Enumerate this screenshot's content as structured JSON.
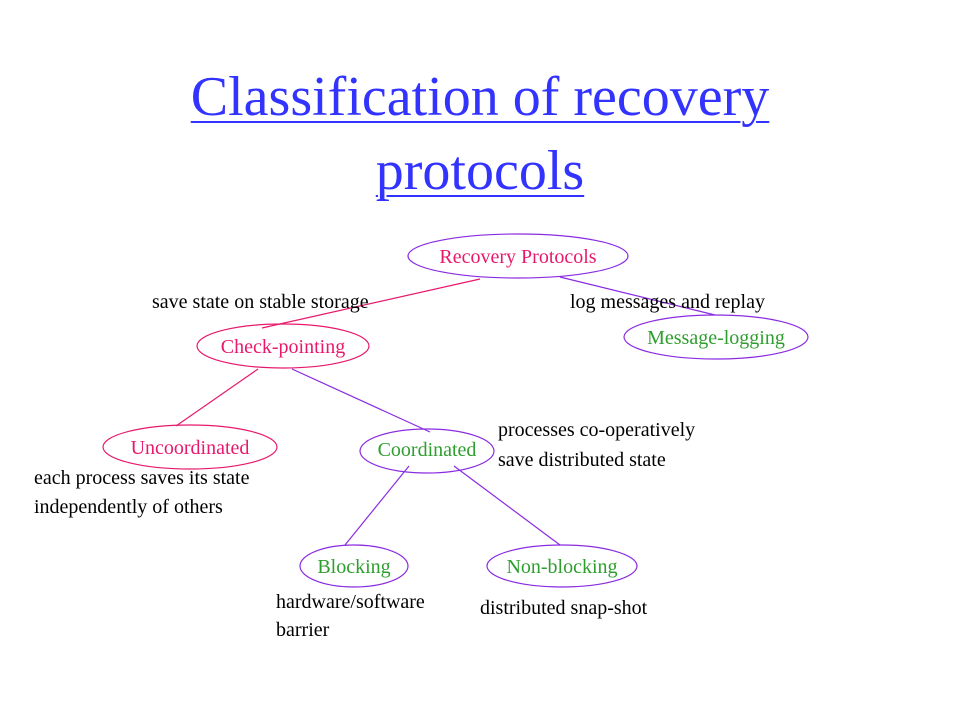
{
  "title": "Classification of recovery protocols",
  "colors": {
    "title": "#3333ff",
    "pink": "#e8196c",
    "green": "#2e9e2e",
    "purple": "#8a2be2"
  },
  "nodes": {
    "root": {
      "label": "Recovery Protocols",
      "color": "pink"
    },
    "checkpointing": {
      "label": "Check-pointing",
      "color": "pink"
    },
    "message_logging": {
      "label": "Message-logging",
      "color": "green"
    },
    "uncoordinated": {
      "label": "Uncoordinated",
      "color": "pink"
    },
    "coordinated": {
      "label": "Coordinated",
      "color": "green"
    },
    "blocking": {
      "label": "Blocking",
      "color": "green"
    },
    "non_blocking": {
      "label": "Non-blocking",
      "color": "green"
    }
  },
  "annotations": {
    "stable_storage": "save state on stable storage",
    "log_replay": "log messages and replay",
    "coop_line1": "processes co-operatively",
    "coop_line2": "save distributed state",
    "indep_line1": "each process saves its state",
    "indep_line2": "independently of others",
    "barrier_line1": "hardware/software",
    "barrier_line2": "barrier",
    "snapshot": "distributed snap-shot"
  }
}
